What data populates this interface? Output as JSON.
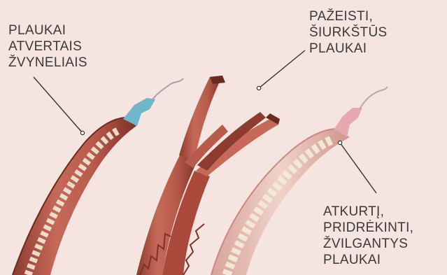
{
  "labels": {
    "open_scales": [
      "PLAUKAI",
      "ATVERTAIS",
      "ŽVYNELIAIS"
    ],
    "damaged": [
      "PAŽEISTI,",
      "ŠIURKŠTŪS",
      "PLAUKAI"
    ],
    "restored": [
      "ATKURTĮ,",
      "PRIDRĖKINTI,",
      "ŽVILGANTYS",
      "PLAUKAI"
    ]
  },
  "colors": {
    "background": "#f5e4df",
    "hair_shaft": "#b85a4c",
    "hair_shaft_dark": "#8e3a30",
    "cortex": "#f3ead8",
    "scale_open": "#6fb6c8",
    "scale_restored": "#e7a9b1",
    "text": "#3a3a3a",
    "leader": "#333333"
  }
}
